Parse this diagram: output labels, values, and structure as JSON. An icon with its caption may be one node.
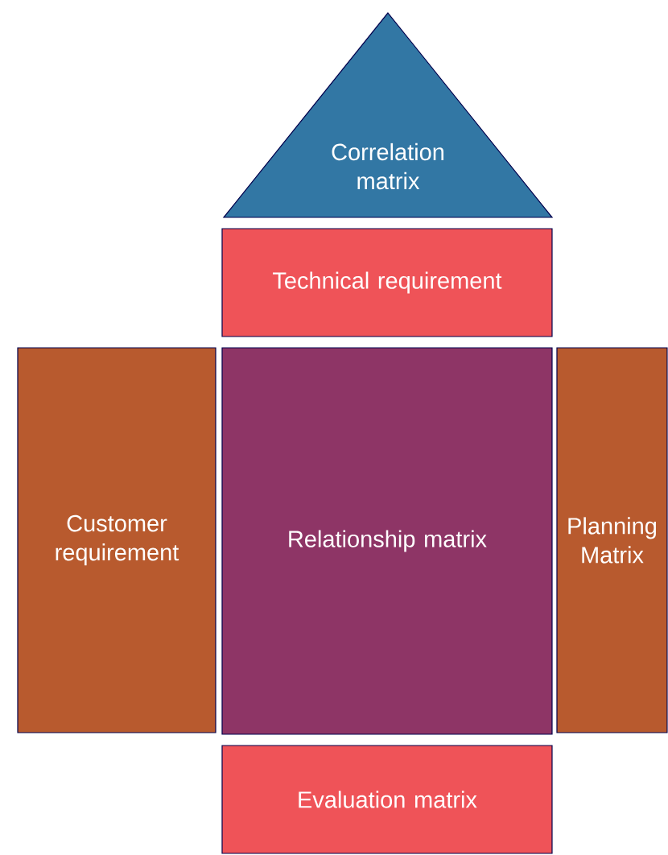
{
  "diagram": {
    "nodes": [
      {
        "text": [
          "Correlation matrix"
        ]
      },
      {
        "text": [
          "Technical requirement"
        ]
      },
      {
        "text": [
          "Customer requirement"
        ]
      },
      {
        "text": [
          "Relationship matrix"
        ]
      },
      {
        "text": [
          "Planning Matrix"
        ]
      },
      {
        "text": [
          "Evaluation matrix"
        ]
      }
    ]
  }
}
